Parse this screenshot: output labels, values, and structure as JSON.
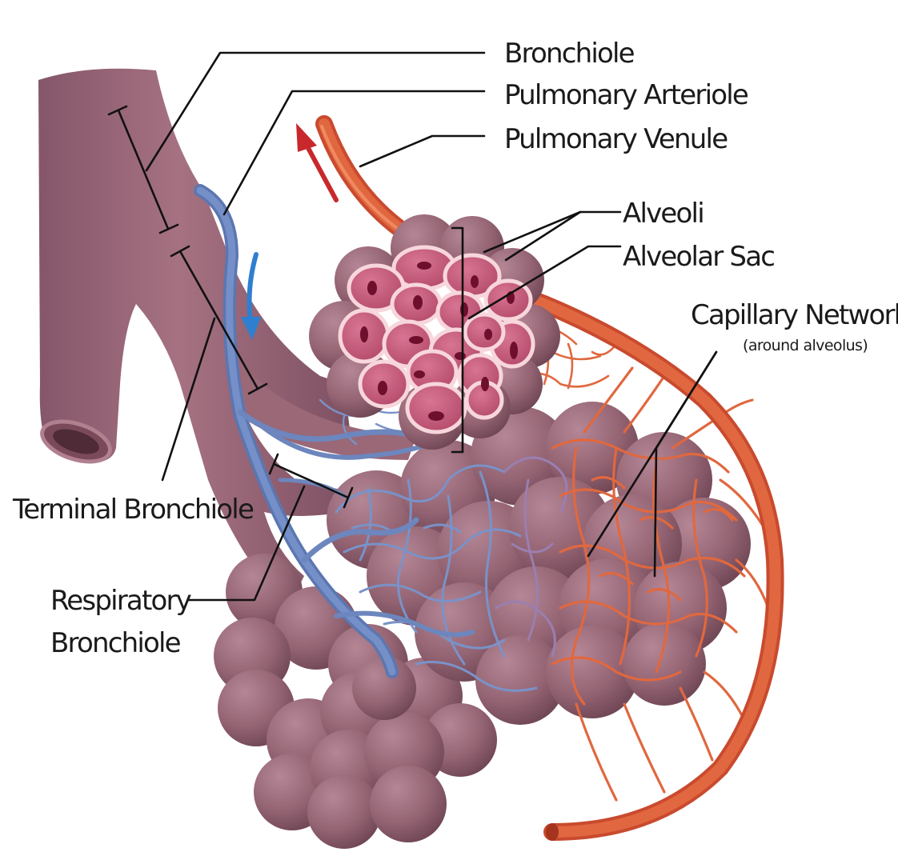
{
  "labels": {
    "bronchiole": "Bronchiole",
    "pulmonary_arteriole": "Pulmonary Arteriole",
    "pulmonary_venule": "Pulmonary Venule",
    "alveoli": "Alveoli",
    "alveolar_sac": "Alveolar Sac",
    "capillary_network": "Capillary Network",
    "capillary_network_note": "(around alveolus)",
    "terminal_bronchiole": "Terminal Bronchiole",
    "respiratory_bronchiole_line1": "Respiratory",
    "respiratory_bronchiole_line2": "Bronchiole"
  },
  "colors": {
    "airway": "#9a6877",
    "airway_dark": "#6e4452",
    "alveolus": "#946473",
    "alveolus_cut": "#c55a7a",
    "alveolus_cut_rim": "#f7d6dc",
    "nucleus": "#6e0f2e",
    "artery_blue": "#6d86bd",
    "vein_red": "#d9583a",
    "arrow_blue": "#2f7fd0",
    "arrow_red": "#c8282c",
    "leader_line": "#111111"
  }
}
